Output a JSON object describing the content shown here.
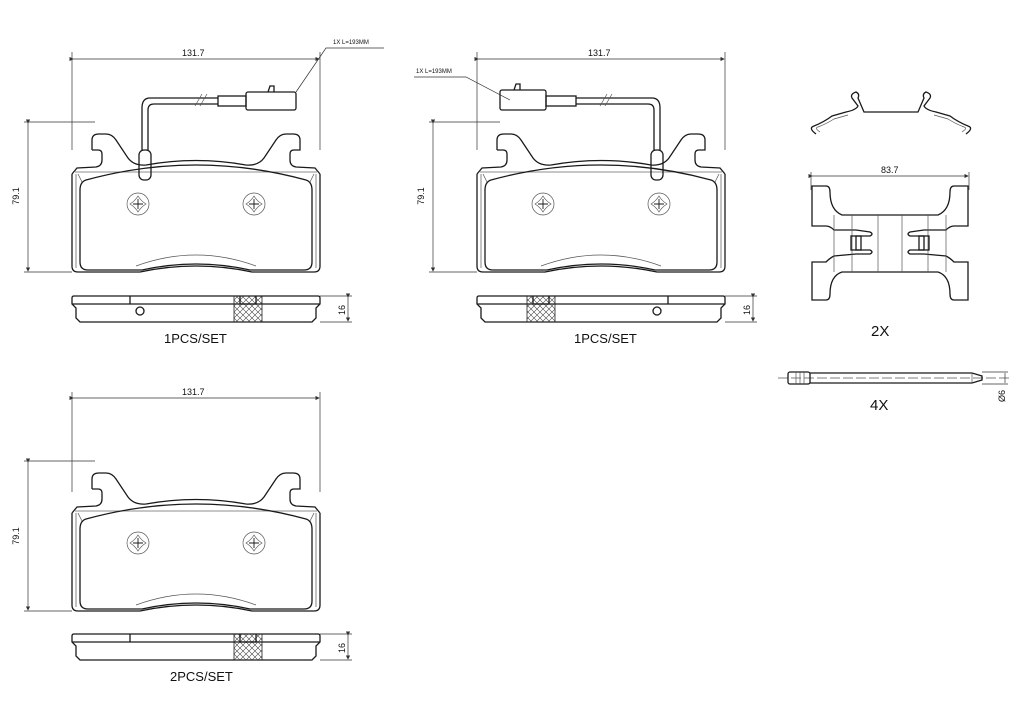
{
  "drawing": {
    "pad_front_left": {
      "width_dim": "131.7",
      "height_dim": "79.1",
      "thickness_dim": "16",
      "sensor_note": "1X L=193MM",
      "quantity": "1PCS/SET"
    },
    "pad_front_right": {
      "width_dim": "131.7",
      "height_dim": "79.1",
      "thickness_dim": "16",
      "sensor_note": "1X L=193MM",
      "quantity": "1PCS/SET"
    },
    "pad_rear": {
      "width_dim": "131.7",
      "height_dim": "79.1",
      "thickness_dim": "16",
      "quantity": "2PCS/SET"
    },
    "spring_clip": {
      "width_dim": "83.7",
      "quantity": "2X"
    },
    "pin": {
      "diameter_dim": "Ø6",
      "quantity": "4X"
    }
  }
}
